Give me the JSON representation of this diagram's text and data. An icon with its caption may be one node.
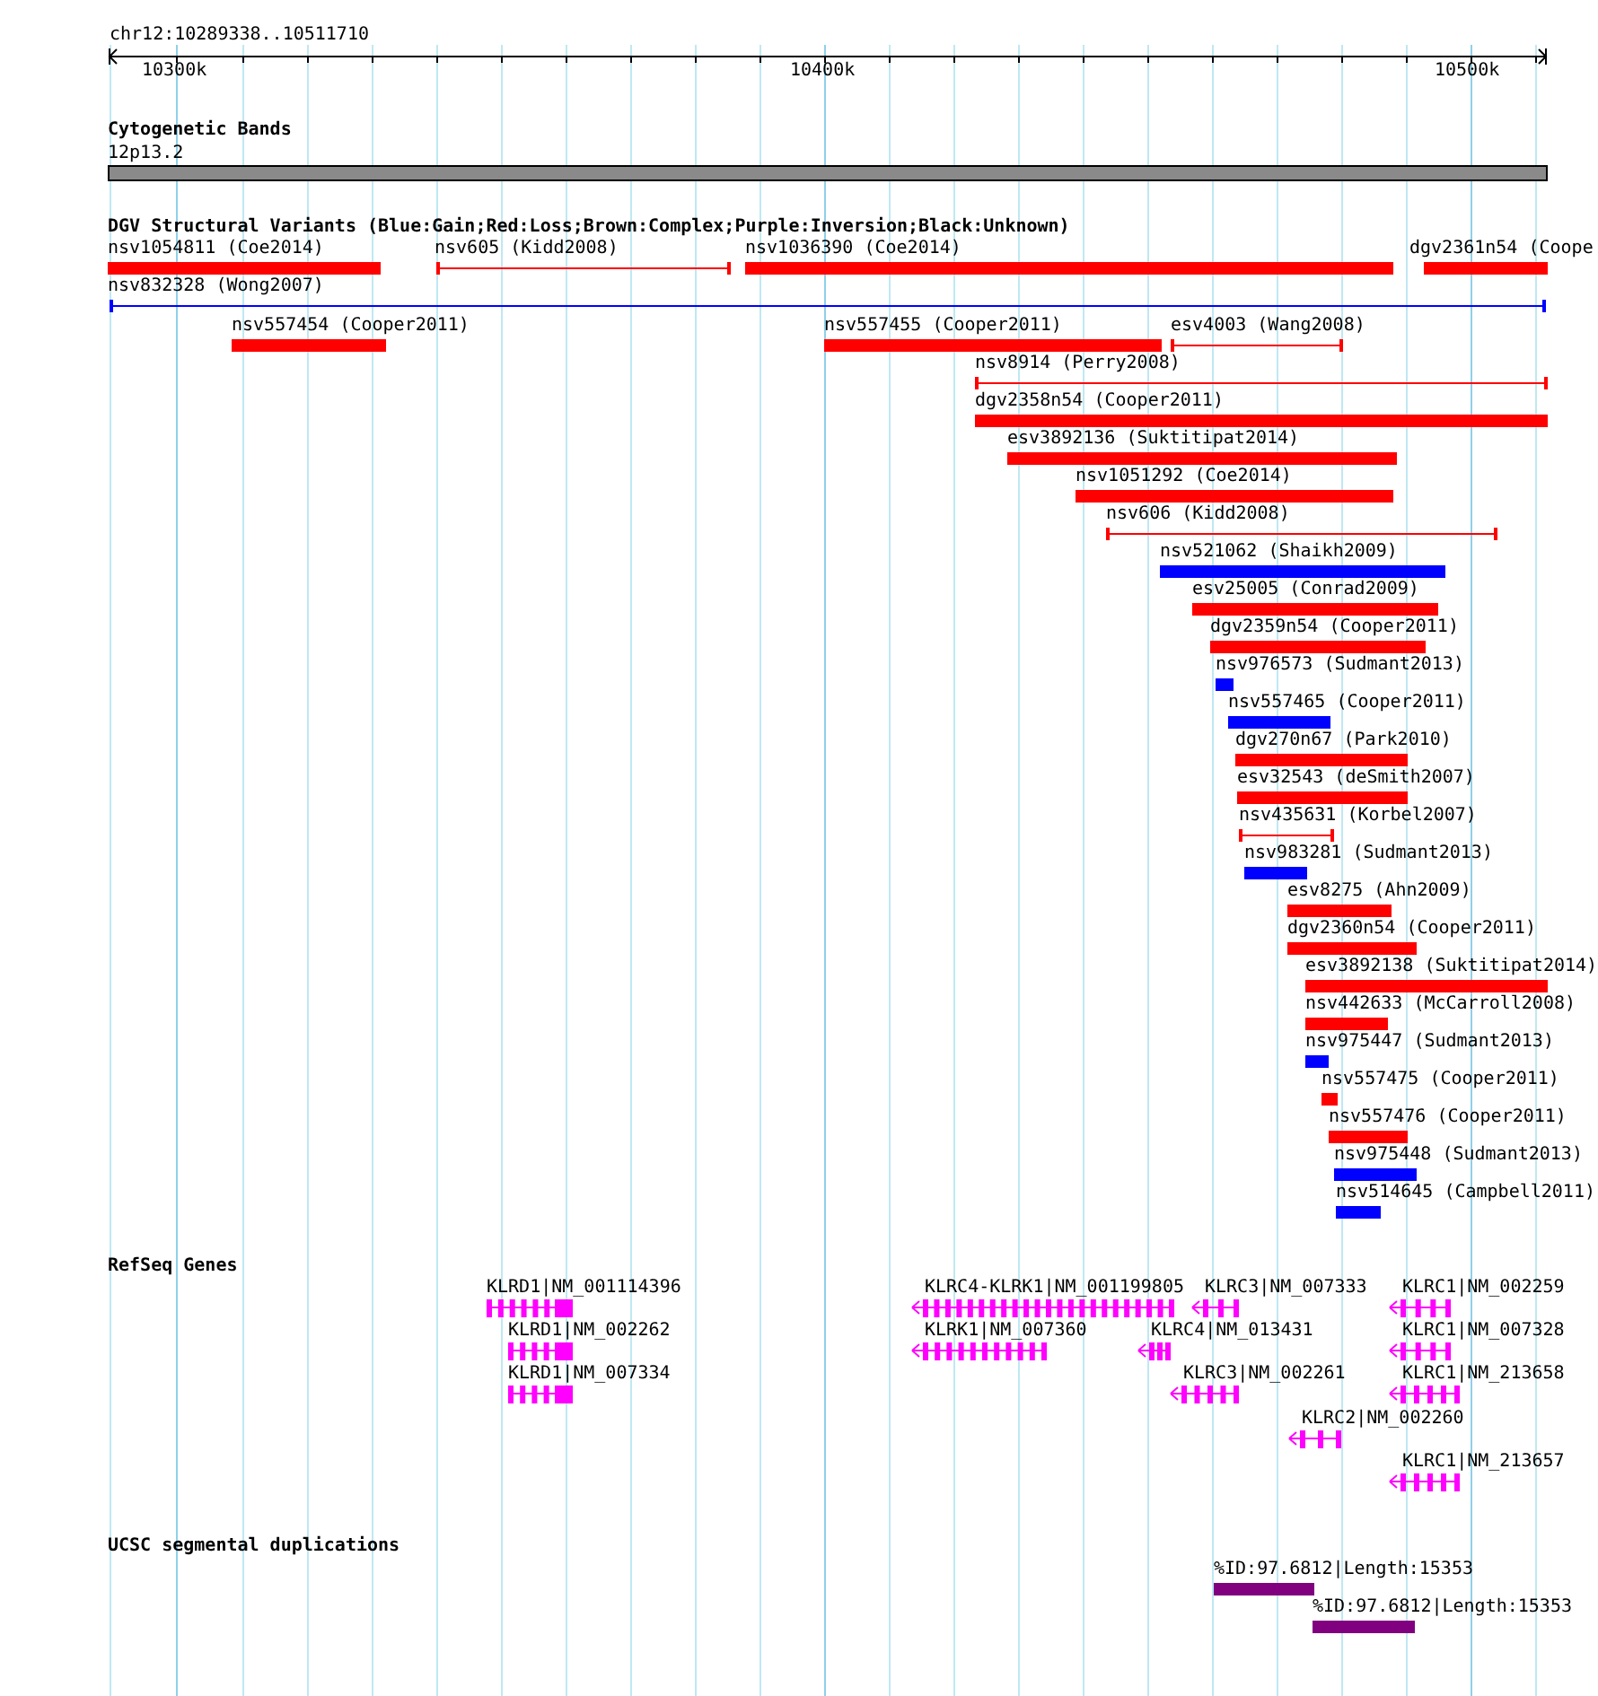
{
  "diagram": {
    "nodes": [
      {
        "text": [
          "12p13.2"
        ]
      },
      {
        "text": [
          "nsv1054811 (Coe2014)"
        ]
      },
      {
        "text": [
          "nsv605 (Kidd2008)"
        ]
      },
      {
        "text": [
          "nsv1036390 (Coe2014)"
        ]
      },
      {
        "text": [
          "dgv2361n54 (Coope"
        ]
      },
      {
        "text": [
          "nsv832328 (Wong2007)"
        ]
      },
      {
        "text": [
          "nsv557454 (Cooper2011)"
        ]
      },
      {
        "text": [
          "nsv557455 (Cooper2011)"
        ]
      },
      {
        "text": [
          "esv4003 (Wang2008)"
        ]
      },
      {
        "text": [
          "nsv8914 (Perry2008)"
        ]
      },
      {
        "text": [
          "dgv2358n54 (Cooper2011)"
        ]
      },
      {
        "text": [
          "esv3892136 (Suktitipat2014)"
        ]
      },
      {
        "text": [
          "nsv1051292 (Coe2014)"
        ]
      },
      {
        "text": [
          "nsv606 (Kidd2008)"
        ]
      },
      {
        "text": [
          "nsv521062 (Shaikh2009)"
        ]
      },
      {
        "text": [
          "esv25005 (Conrad2009)"
        ]
      },
      {
        "text": [
          "dgv2359n54 (Cooper2011)"
        ]
      },
      {
        "text": [
          "nsv976573 (Sudmant2013)"
        ]
      },
      {
        "text": [
          "nsv557465 (Cooper2011)"
        ]
      },
      {
        "text": [
          "dgv270n67 (Park2010)"
        ]
      },
      {
        "text": [
          "esv32543 (deSmith2007)"
        ]
      },
      {
        "text": [
          "nsv435631 (Korbel2007)"
        ]
      },
      {
        "text": [
          "nsv983281 (Sudmant2013)"
        ]
      },
      {
        "text": [
          "esv8275 (Ahn2009)"
        ]
      },
      {
        "text": [
          "dgv2360n54 (Cooper2011)"
        ]
      },
      {
        "text": [
          "esv3892138 (Suktitipat2014)"
        ]
      },
      {
        "text": [
          "nsv442633 (McCarroll2008)"
        ]
      },
      {
        "text": [
          "nsv975447 (Sudmant2013)"
        ]
      },
      {
        "text": [
          "nsv557475 (Cooper2011)"
        ]
      },
      {
        "text": [
          "nsv557476 (Cooper2011)"
        ]
      },
      {
        "text": [
          "nsv975448 (Sudmant2013)"
        ]
      },
      {
        "text": [
          "nsv514645 (Campbell2011)"
        ]
      },
      {
        "text": [
          "KLRD1|NM_001114396"
        ]
      },
      {
        "text": [
          "KLRC4-KLRK1|NM_001199805"
        ]
      },
      {
        "text": [
          "KLRC3|NM_007333"
        ]
      },
      {
        "text": [
          "KLRC1|NM_002259"
        ]
      },
      {
        "text": [
          "KLRD1|NM_002262"
        ]
      },
      {
        "text": [
          "KLRK1|NM_007360"
        ]
      },
      {
        "text": [
          "KLRC4|NM_013431"
        ]
      },
      {
        "text": [
          "KLRC1|NM_007328"
        ]
      },
      {
        "text": [
          "KLRD1|NM_007334"
        ]
      },
      {
        "text": [
          "KLRC3|NM_002261"
        ]
      },
      {
        "text": [
          "KLRC1|NM_213658"
        ]
      },
      {
        "text": [
          "KLRC2|NM_002260"
        ]
      },
      {
        "text": [
          "KLRC1|NM_213657"
        ]
      },
      {
        "text": [
          "%ID:97.6812|Length:15353"
        ]
      },
      {
        "text": [
          "%ID:97.6812|Length:15353"
        ]
      }
    ],
    "labels": [
      "chr12:10289338..10511710",
      "10300k",
      "10400k",
      "10500k",
      "Cytogenetic Bands",
      "DGV Structural Variants (Blue:Gain;Red:Loss;Brown:Complex;Purple:Inversion;Black:Unknown)",
      "RefSeq Genes",
      "UCSC segmental duplications"
    ]
  }
}
